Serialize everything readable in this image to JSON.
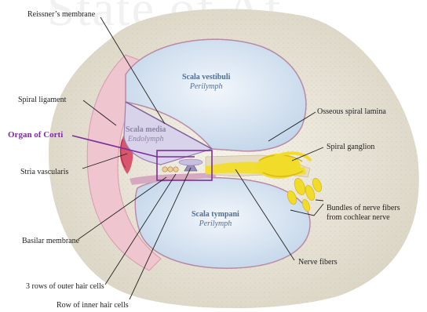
{
  "watermark": "State of Af",
  "labels": {
    "reissner": "Reissner’s membrane",
    "spiral_ligament": "Spiral ligament",
    "organ_of_corti": "Organ of Corti",
    "stria_vascularis": "Stria vascularis",
    "basilar_membrane": "Basilar membrane",
    "outer_hair_cells": "3 rows of outer hair cells",
    "inner_hair_cells": "Row of inner hair cells",
    "osseous_spiral_lamina": "Osseous spiral lamina",
    "spiral_ganglion": "Spiral ganglion",
    "bundles_line1": "Bundles of nerve fibers",
    "bundles_line2": "from cochlear nerve",
    "nerve_fibers": "Nerve fibers"
  },
  "chambers": {
    "vestibuli_title": "Scala vestibuli",
    "vestibuli_fluid": "Perilymph",
    "media_title": "Scala media",
    "media_fluid": "Endolymph",
    "tympani_title": "Scala tympani",
    "tympani_fluid": "Perilymph"
  },
  "colors": {
    "bone": "#ece8dc",
    "chamber_fill": "#dbe7f3",
    "chamber_edge": "#b98aa6",
    "stria": "#d9556e",
    "corti_box": "#7a2f9a",
    "organ_label": "#7a2f9a",
    "nerve": "#f2dc2a"
  }
}
